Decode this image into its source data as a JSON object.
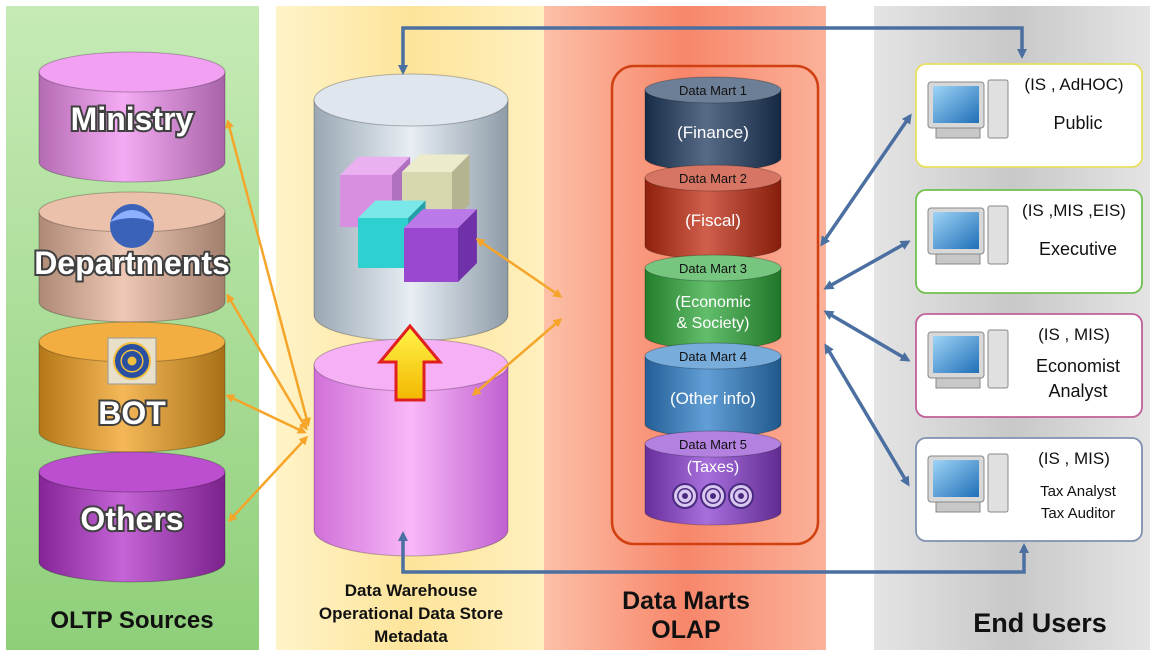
{
  "columns": {
    "sources": {
      "label": "OLTP Sources"
    },
    "warehouse": {
      "label_lines": [
        "Data Warehouse",
        "Operational Data Store",
        "Metadata"
      ]
    },
    "marts": {
      "label_lines": [
        "Data Marts",
        "OLAP"
      ]
    },
    "users": {
      "label": "End Users"
    }
  },
  "sources": [
    {
      "name": "Ministry",
      "color": "#f08ff0",
      "icon": "none"
    },
    {
      "name": "Departments",
      "color": "#e8b69c",
      "icon": "garuda-emblem-icon"
    },
    {
      "name": "BOT",
      "color": "#f0a020",
      "icon": "bot-seal-icon"
    },
    {
      "name": "Others",
      "color": "#b030c8",
      "icon": "none"
    }
  ],
  "data_marts": [
    {
      "title": "Data Mart 1",
      "name": "(Finance)",
      "color": "#1f3a5f"
    },
    {
      "title": "Data Mart 2",
      "name": "(Fiscal)",
      "color": "#c02a10"
    },
    {
      "title": "Data Mart 3",
      "name_lines": [
        "(Economic",
        "& Society)"
      ],
      "color": "#2ea83a"
    },
    {
      "title": "Data Mart 4",
      "name": "(Other  info)",
      "color": "#2e7fc8"
    },
    {
      "title": "Data Mart 5",
      "name": "(Taxes)",
      "color": "#8a3fd0",
      "icons": [
        "revenue-seal-icon",
        "customs-seal-icon",
        "excise-seal-icon"
      ]
    }
  ],
  "end_users": [
    {
      "systems": "(IS , AdHOC)",
      "role_lines": [
        "Public"
      ],
      "border": "#e8e060"
    },
    {
      "systems": "(IS ,MIS ,EIS)",
      "role_lines": [
        "Executive"
      ],
      "border": "#70c050"
    },
    {
      "systems": "(IS   , MIS)",
      "role_lines": [
        "Economist",
        "Analyst"
      ],
      "border": "#c0609a"
    },
    {
      "systems": "(IS   , MIS)",
      "role_lines": [
        "Tax Analyst",
        "Tax Auditor"
      ],
      "border": "#8090b0"
    }
  ],
  "colors": {
    "sources_bg": "#9ed68a",
    "warehouse_bg": "#fde79a",
    "marts_bg": "#f98a6e",
    "users_bg": "#d0d0d0",
    "orange_arrow": "#f5a52a",
    "blue_arrow": "#4a6fa0",
    "marts_frame": "#d04010"
  }
}
